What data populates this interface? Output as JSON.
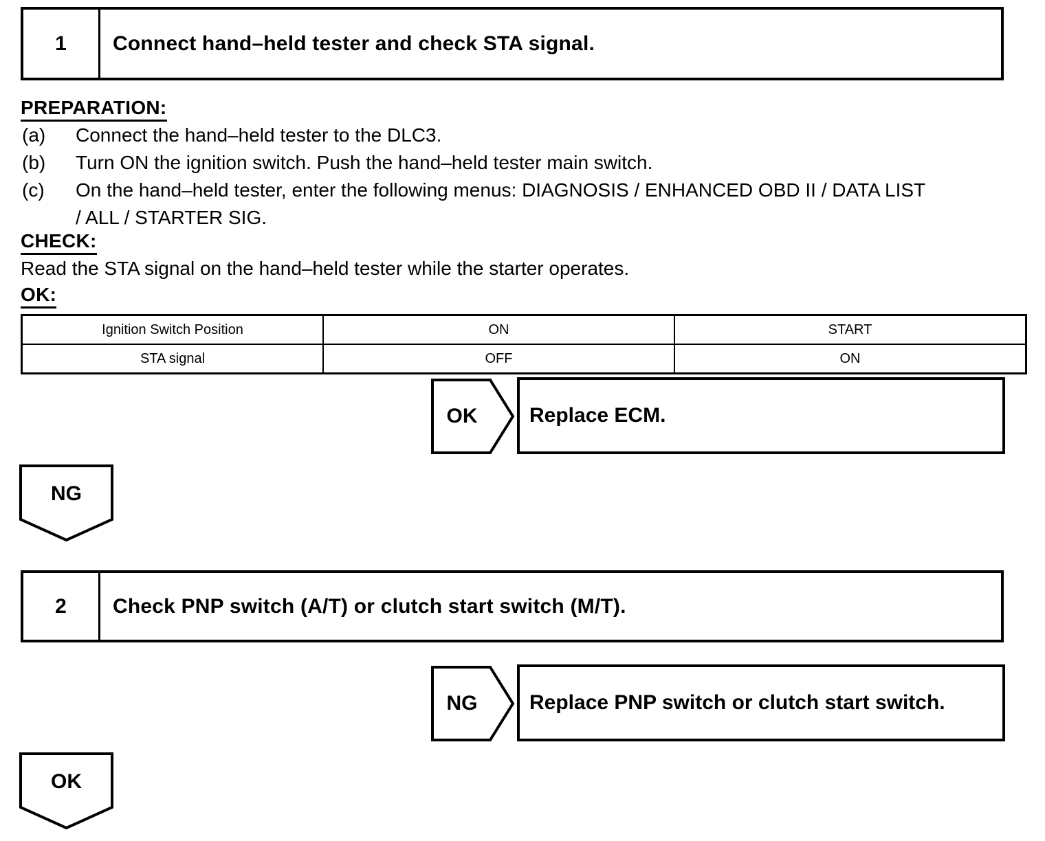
{
  "page": {
    "background": "#ffffff",
    "ink": "#000000"
  },
  "step1": {
    "number": "1",
    "title": "Connect hand–held tester and check STA signal."
  },
  "preparation": {
    "heading": "PREPARATION:",
    "items": [
      {
        "label": "(a)",
        "text": "Connect the hand–held tester to the DLC3."
      },
      {
        "label": "(b)",
        "text": "Turn ON the ignition switch. Push the hand–held tester main switch."
      },
      {
        "label": "(c)",
        "text": "On the hand–held tester, enter the following menus: DIAGNOSIS / ENHANCED OBD II / DATA LIST\n/ ALL / STARTER SIG."
      }
    ]
  },
  "check": {
    "heading": "CHECK:",
    "text": "Read the STA signal on the hand–held tester while the starter operates."
  },
  "ok": {
    "heading": "OK:"
  },
  "result_table": {
    "rows": [
      [
        "Ignition Switch Position",
        "ON",
        "START"
      ],
      [
        "STA signal",
        "OFF",
        "ON"
      ]
    ]
  },
  "branch_ok": {
    "tag": "OK",
    "action": "Replace ECM."
  },
  "connector_ng": {
    "tag": "NG"
  },
  "step2": {
    "number": "2",
    "title": "Check PNP switch (A/T) or clutch start switch (M/T)."
  },
  "branch_ng": {
    "tag": "NG",
    "action": "Replace PNP switch or clutch start switch."
  },
  "connector_ok": {
    "tag": "OK"
  }
}
